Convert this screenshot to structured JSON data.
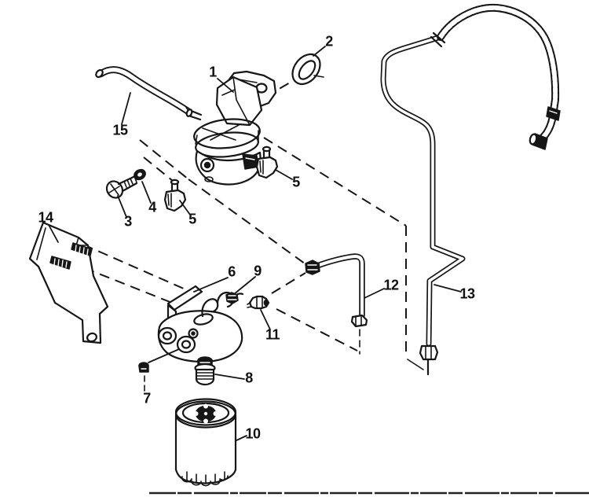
{
  "diagram": {
    "background": "#ffffff",
    "ink": "#161616",
    "callouts": [
      {
        "label": "1",
        "part": "fuel-pump"
      },
      {
        "label": "2",
        "part": "gasket"
      },
      {
        "label": "3",
        "part": "mounting-bolt"
      },
      {
        "label": "4",
        "part": "washer"
      },
      {
        "label": "5",
        "part": "elbow-fitting-left"
      },
      {
        "label": "5",
        "part": "elbow-fitting-right"
      },
      {
        "label": "6",
        "part": "filter-bracket-head"
      },
      {
        "label": "7",
        "part": "plug"
      },
      {
        "label": "8",
        "part": "filter-adapter"
      },
      {
        "label": "9",
        "part": "nut"
      },
      {
        "label": "10",
        "part": "fuel-filter-canister"
      },
      {
        "label": "11",
        "part": "connector-fitting"
      },
      {
        "label": "12",
        "part": "fuel-line-short"
      },
      {
        "label": "13",
        "part": "fuel-line-long"
      },
      {
        "label": "14",
        "part": "mounting-bracket"
      },
      {
        "label": "15",
        "part": "hose"
      }
    ]
  }
}
